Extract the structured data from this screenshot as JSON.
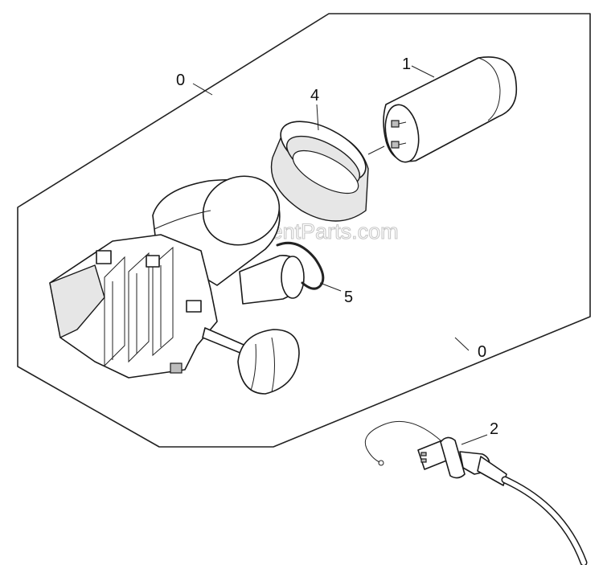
{
  "watermark": "eReplacementParts.com",
  "callouts": {
    "kit_top": "0",
    "kit_right": "0",
    "capacitor": "1",
    "cord_set": "2",
    "clamp_ring": "4",
    "seal_ring": "5"
  }
}
